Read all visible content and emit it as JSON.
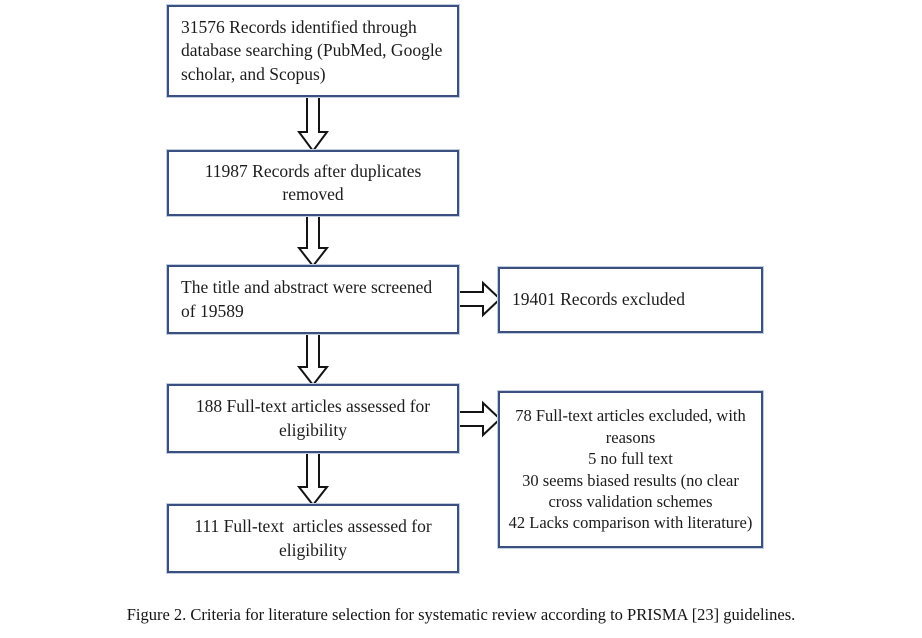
{
  "figure": {
    "caption": "Figure 2. Criteria for literature selection for systematic review according to PRISMA [23] guidelines.",
    "border_color": "#3a5080",
    "arrow_outline_color": "#141414",
    "arrow_fill_color": "#ffffff",
    "background_color": "#ffffff"
  },
  "flow": {
    "identified": {
      "text": "31576 Records identified through database searching (PubMed, Google scholar, and Scopus)",
      "count": 31576
    },
    "duplicates_removed": {
      "text": "11987 Records after duplicates removed",
      "count": 11987
    },
    "screened": {
      "text": "The title and abstract were screened of 19589",
      "count": 19589
    },
    "excluded": {
      "text": "19401 Records excluded",
      "count": 19401
    },
    "assessed": {
      "text": "188 Full-text articles assessed for eligibility",
      "count": 188
    },
    "reasons": {
      "text": "78 Full-text articles excluded, with reasons\n5 no full text\n30 seems biased results (no clear cross validation schemes\n42 Lacks comparison with literature)",
      "count": 78,
      "items": [
        "78 Full-text articles excluded, with reasons",
        "5 no full text",
        "30 seems biased results (no clear cross validation schemes",
        "42 Lacks comparison with literature)"
      ]
    },
    "final": {
      "text": "111 Full-text  articles assessed for eligibility",
      "count": 111
    }
  },
  "arrows": {
    "down_1": "down-arrow",
    "down_2": "down-arrow",
    "down_3": "down-arrow",
    "down_4": "down-arrow",
    "right_1": "right-arrow",
    "right_2": "right-arrow"
  }
}
